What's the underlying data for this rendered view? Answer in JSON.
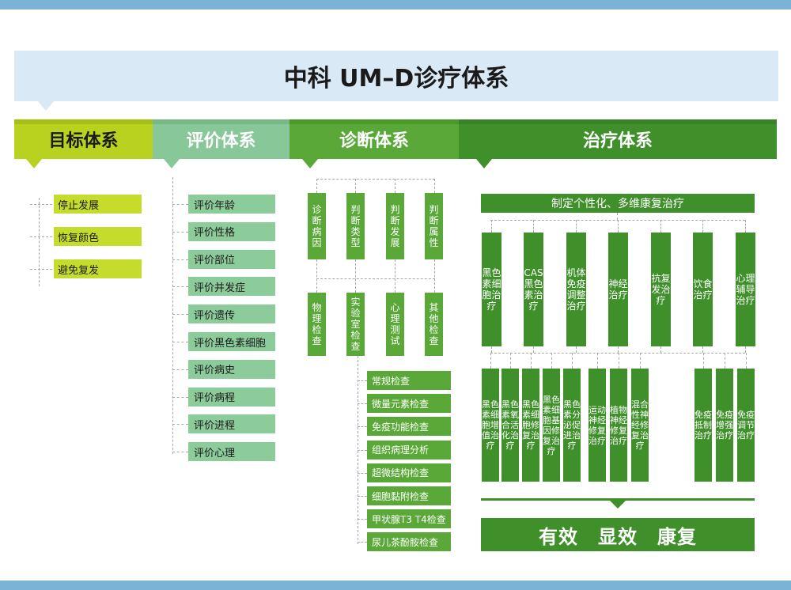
{
  "title": "中科 UM–D诊疗体系",
  "headers": {
    "goal": "目标体系",
    "eval": "评价体系",
    "diag": "诊断体系",
    "treat": "治疗体系"
  },
  "goals": [
    "停止发展",
    "恢复颜色",
    "避免复发"
  ],
  "evaluations": [
    "评价年龄",
    "评价性格",
    "评价部位",
    "评价并发症",
    "评价遗传",
    "评价黑色素细胞",
    "评价病史",
    "评价病程",
    "评价进程",
    "评价心理"
  ],
  "diag_top": [
    "诊断病因",
    "判断类型",
    "判断发展",
    "判断属性"
  ],
  "diag_mid": [
    "物理检查",
    "实验室检查",
    "心理测试",
    "其他检查"
  ],
  "lab_tests": [
    "常规检查",
    "微量元素检查",
    "免疫功能检查",
    "组织病理分析",
    "超微结构检查",
    "细胞黏附检查",
    "甲状腺T3 T4检查",
    "尿儿茶酚胺检查"
  ],
  "treat_banner": "制定个性化、多维康复治疗",
  "treat_top": [
    "黑色素细胞治疗",
    "CAS黑色素治疗",
    "机体免疫调整治疗",
    "神经治疗",
    "抗复发治疗",
    "饮食治疗",
    "心理辅导治疗"
  ],
  "treat_sub": [
    "黑色素细胞增值治疗",
    "黑色素氧合活化治疗",
    "黑色素细胞修复治疗",
    "黑色素细胞基因修复治疗",
    "黑色素分泌促进治疗",
    "运动神经修复治疗",
    "植物神经修复治疗",
    "混合性神经修复治疗",
    "免疫抵制治疗",
    "免疫增强治疗",
    "免疫调节治疗"
  ],
  "result": "有效　显效　康复",
  "colors": {
    "goal": "#b9d220",
    "eval": "#88c898",
    "diag": "#5aa838",
    "treat": "#3f8f2a",
    "title_bg": "#d9e9f5",
    "top_stripe": "#7ab3d6"
  }
}
